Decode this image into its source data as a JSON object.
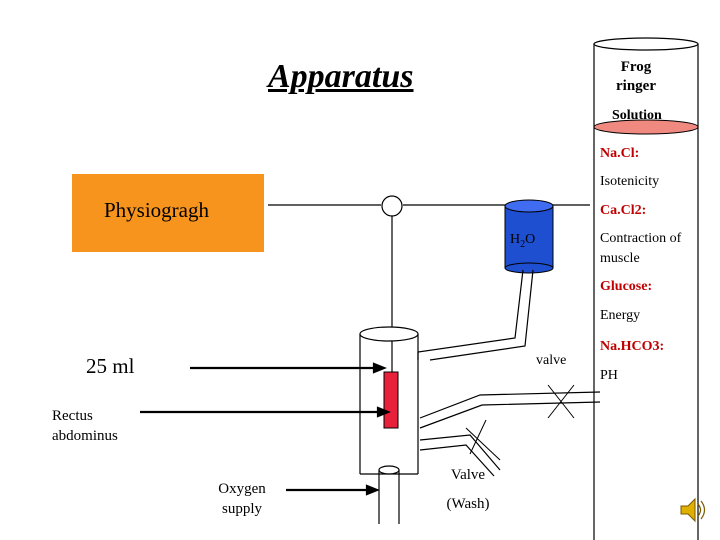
{
  "title": "Apparatus",
  "physiograph_label": "Physiogragh",
  "frog_ringer": {
    "line1": "Frog",
    "line2": "ringer",
    "solution": "Solution"
  },
  "cylinder_items": [
    {
      "name": "Na.Cl:",
      "role": "Isotenicity"
    },
    {
      "name": "Ca.Cl2:",
      "role_line1": "Contraction of",
      "role_line2": "muscle"
    },
    {
      "name": "Glucose:",
      "role": "Energy"
    },
    {
      "name": "Na.HCO3:",
      "role": "PH"
    }
  ],
  "h2o_label": {
    "main": "H",
    "sub": "2",
    "tail": "O"
  },
  "volume_label": "25 ml",
  "valve_label": "valve",
  "rectus_label": {
    "line1": "Rectus",
    "line2": "abdominus"
  },
  "oxygen_label": {
    "line1": "Oxygen",
    "line2": "supply"
  },
  "valve_wash": {
    "line1": "Valve",
    "line2": "(Wash)"
  },
  "colors": {
    "physiograph": "#f7941d",
    "h2o_bottle": "#1f4fd1",
    "muscle": "#e8203a",
    "ringer_fill": "#f08a80",
    "label_red": "#c00000"
  },
  "icons": [
    "speaker-icon"
  ]
}
